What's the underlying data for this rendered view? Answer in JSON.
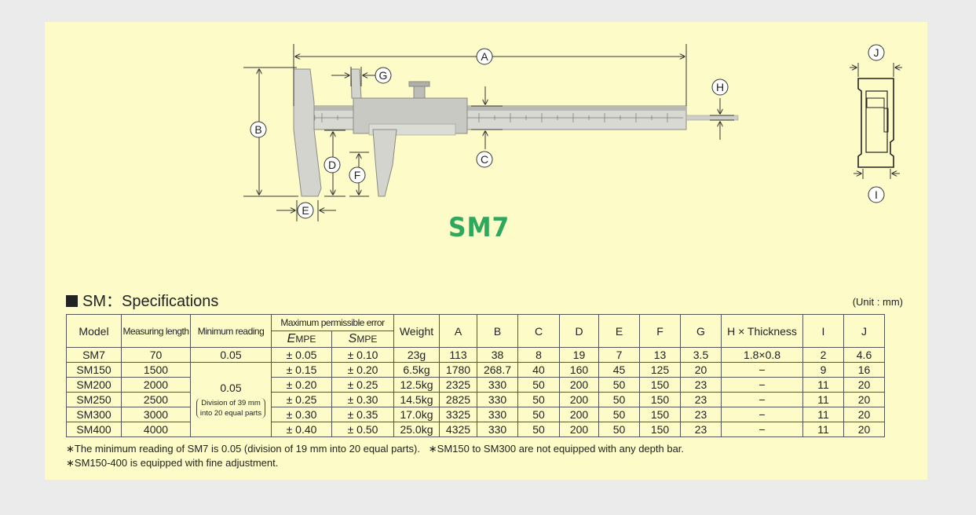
{
  "diagram": {
    "labels": {
      "a": "A",
      "b": "B",
      "c": "C",
      "d": "D",
      "e": "E",
      "f": "F",
      "g": "G",
      "h": "H",
      "i": "I",
      "j": "J"
    },
    "model_name": "SM7"
  },
  "spec": {
    "title": "SM：Specifications",
    "unit": "(Unit : mm)",
    "headers": {
      "model": "Model",
      "measuring_length": "Measuring length",
      "minimum_reading": "Minimum reading",
      "mpe": "Maximum permissible error",
      "e_mpe_letter": "E",
      "e_mpe_rest": "MPE",
      "s_mpe_letter": "S",
      "s_mpe_rest": "MPE",
      "weight": "Weight",
      "a": "A",
      "b": "B",
      "c": "C",
      "d": "D",
      "e": "E",
      "f": "F",
      "g": "G",
      "h_thickness": "H × Thickness",
      "i": "I",
      "j": "J"
    },
    "rows": [
      {
        "model": "SM7",
        "length": "70",
        "min": "0.05",
        "e_mpe": "± 0.05",
        "s_mpe": "± 0.10",
        "weight": "23g",
        "a": "113",
        "b": "38",
        "c": "8",
        "d": "19",
        "e": "7",
        "f": "13",
        "g": "3.5",
        "h": "1.8×0.8",
        "i": "2",
        "j": "4.6"
      },
      {
        "model": "SM150",
        "length": "1500",
        "e_mpe": "± 0.15",
        "s_mpe": "± 0.20",
        "weight": "6.5kg",
        "a": "1780",
        "b": "268.7",
        "c": "40",
        "d": "160",
        "e": "45",
        "f": "125",
        "g": "20",
        "h": "−",
        "i": "9",
        "j": "16"
      },
      {
        "model": "SM200",
        "length": "2000",
        "e_mpe": "± 0.20",
        "s_mpe": "± 0.25",
        "weight": "12.5kg",
        "a": "2325",
        "b": "330",
        "c": "50",
        "d": "200",
        "e": "50",
        "f": "150",
        "g": "23",
        "h": "−",
        "i": "11",
        "j": "20"
      },
      {
        "model": "SM250",
        "length": "2500",
        "e_mpe": "± 0.25",
        "s_mpe": "± 0.30",
        "weight": "14.5kg",
        "a": "2825",
        "b": "330",
        "c": "50",
        "d": "200",
        "e": "50",
        "f": "150",
        "g": "23",
        "h": "−",
        "i": "11",
        "j": "20"
      },
      {
        "model": "SM300",
        "length": "3000",
        "e_mpe": "± 0.30",
        "s_mpe": "± 0.35",
        "weight": "17.0kg",
        "a": "3325",
        "b": "330",
        "c": "50",
        "d": "200",
        "e": "50",
        "f": "150",
        "g": "23",
        "h": "−",
        "i": "11",
        "j": "20"
      },
      {
        "model": "SM400",
        "length": "4000",
        "e_mpe": "± 0.40",
        "s_mpe": "± 0.50",
        "weight": "25.0kg",
        "a": "4325",
        "b": "330",
        "c": "50",
        "d": "200",
        "e": "50",
        "f": "150",
        "g": "23",
        "h": "−",
        "i": "11",
        "j": "20"
      }
    ],
    "shared_min": {
      "value": "0.05",
      "note_line1": "Division of 39 mm",
      "note_line2": "into 20 equal parts"
    },
    "notes": [
      "∗The minimum reading of SM7 is 0.05 (division of 19 mm into 20 equal parts).   ∗SM150 to SM300 are not equipped with any depth bar.",
      "∗SM150-400 is equipped with fine adjustment."
    ]
  }
}
